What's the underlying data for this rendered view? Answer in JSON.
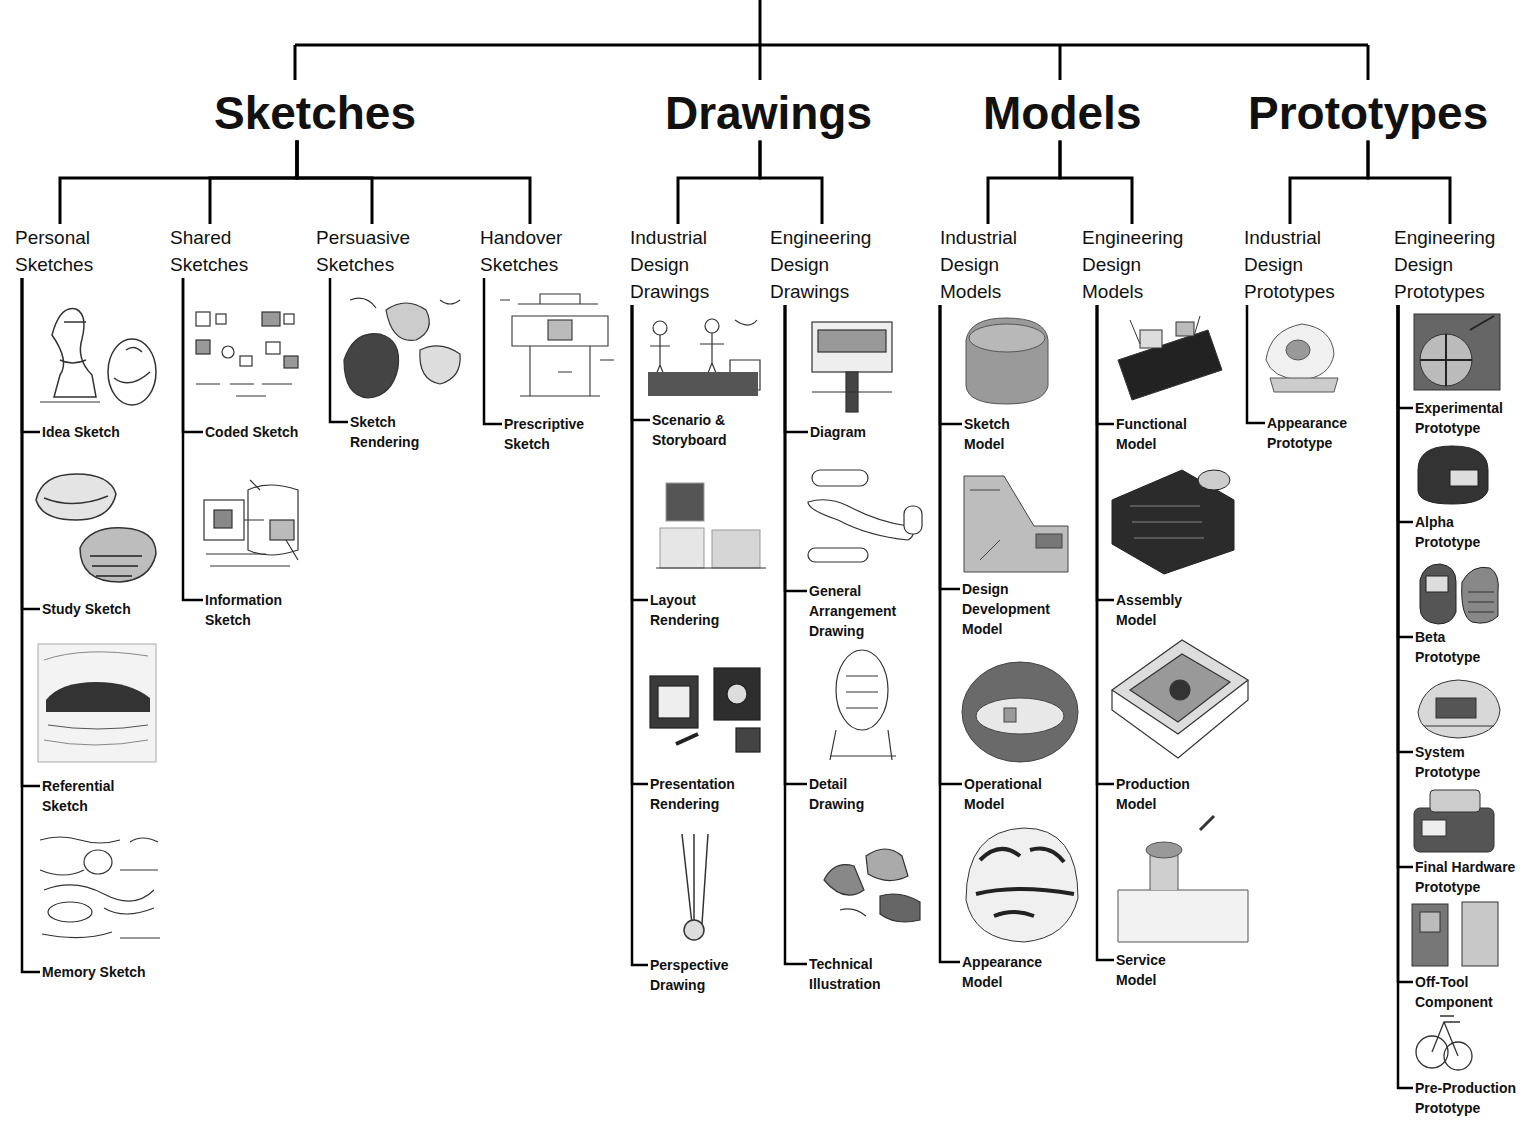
{
  "diagram": {
    "nodes": [
      {
        "text": [
          "Sketches"
        ]
      },
      {
        "text": [
          "Drawings"
        ]
      },
      {
        "text": [
          "Models"
        ]
      },
      {
        "text": [
          "Prototypes"
        ]
      },
      {
        "text": [
          "Personal Sketches"
        ]
      },
      {
        "text": [
          "Idea Sketch"
        ]
      },
      {
        "text": [
          "Study Sketch"
        ]
      },
      {
        "text": [
          "Referential Sketch"
        ]
      },
      {
        "text": [
          "Memory Sketch"
        ]
      },
      {
        "text": [
          "Shared Sketches"
        ]
      },
      {
        "text": [
          "Coded Sketch"
        ]
      },
      {
        "text": [
          "Information Sketch"
        ]
      },
      {
        "text": [
          "Persuasive Sketches"
        ]
      },
      {
        "text": [
          "Sketch Rendering"
        ]
      },
      {
        "text": [
          "Handover Sketches"
        ]
      },
      {
        "text": [
          "Prescriptive Sketch"
        ]
      },
      {
        "text": [
          "Industrial Design Drawings"
        ]
      },
      {
        "text": [
          "Scenario & Storyboard"
        ]
      },
      {
        "text": [
          "Layout Rendering"
        ]
      },
      {
        "text": [
          "Presentation Rendering"
        ]
      },
      {
        "text": [
          "Perspective Drawing"
        ]
      },
      {
        "text": [
          "Engineering Design Drawings"
        ]
      },
      {
        "text": [
          "Diagram"
        ]
      },
      {
        "text": [
          "General Arrangement Drawing"
        ]
      },
      {
        "text": [
          "Detail Drawing"
        ]
      },
      {
        "text": [
          "Technical Illustration"
        ]
      },
      {
        "text": [
          "Industrial Design Models"
        ]
      },
      {
        "text": [
          "Sketch Model"
        ]
      },
      {
        "text": [
          "Design Development Model"
        ]
      },
      {
        "text": [
          "Operational Model"
        ]
      },
      {
        "text": [
          "Appearance Model"
        ]
      },
      {
        "text": [
          "Engineering Design Models"
        ]
      },
      {
        "text": [
          "Functional Model"
        ]
      },
      {
        "text": [
          "Assembly Model"
        ]
      },
      {
        "text": [
          "Production Model"
        ]
      },
      {
        "text": [
          "Service Model"
        ]
      },
      {
        "text": [
          "Industrial Design Prototypes"
        ]
      },
      {
        "text": [
          "Appearance Prototype"
        ]
      },
      {
        "text": [
          "Engineering Design Prototypes"
        ]
      },
      {
        "text": [
          "Experimental Prototype"
        ]
      },
      {
        "text": [
          "Alpha Prototype"
        ]
      },
      {
        "text": [
          "Beta Prototype"
        ]
      },
      {
        "text": [
          "System Prototype"
        ]
      },
      {
        "text": [
          "Final Hardware Prototype"
        ]
      },
      {
        "text": [
          "Off-Tool Component"
        ]
      },
      {
        "text": [
          "Pre-Production Prototype"
        ]
      }
    ],
    "edges": [
      {
        "from": 0,
        "to": 4,
        "arrow": "none"
      },
      {
        "from": 0,
        "to": 9,
        "arrow": "none"
      },
      {
        "from": 0,
        "to": 12,
        "arrow": "none"
      },
      {
        "from": 0,
        "to": 14,
        "arrow": "none"
      },
      {
        "from": 1,
        "to": 16,
        "arrow": "none"
      },
      {
        "from": 1,
        "to": 21,
        "arrow": "none"
      },
      {
        "from": 2,
        "to": 26,
        "arrow": "none"
      },
      {
        "from": 2,
        "to": 31,
        "arrow": "none"
      },
      {
        "from": 3,
        "to": 36,
        "arrow": "none"
      },
      {
        "from": 3,
        "to": 38,
        "arrow": "none"
      },
      {
        "from": 4,
        "to": 5,
        "arrow": "none"
      },
      {
        "from": 4,
        "to": 6,
        "arrow": "none"
      },
      {
        "from": 4,
        "to": 7,
        "arrow": "none"
      },
      {
        "from": 4,
        "to": 8,
        "arrow": "none"
      },
      {
        "from": 9,
        "to": 10,
        "arrow": "none"
      },
      {
        "from": 9,
        "to": 11,
        "arrow": "none"
      },
      {
        "from": 12,
        "to": 13,
        "arrow": "none"
      },
      {
        "from": 14,
        "to": 15,
        "arrow": "none"
      },
      {
        "from": 16,
        "to": 17,
        "arrow": "none"
      },
      {
        "from": 16,
        "to": 18,
        "arrow": "none"
      },
      {
        "from": 16,
        "to": 19,
        "arrow": "none"
      },
      {
        "from": 16,
        "to": 20,
        "arrow": "none"
      },
      {
        "from": 21,
        "to": 22,
        "arrow": "none"
      },
      {
        "from": 21,
        "to": 23,
        "arrow": "none"
      },
      {
        "from": 21,
        "to": 24,
        "arrow": "none"
      },
      {
        "from": 21,
        "to": 25,
        "arrow": "none"
      },
      {
        "from": 26,
        "to": 27,
        "arrow": "none"
      },
      {
        "from": 26,
        "to": 28,
        "arrow": "none"
      },
      {
        "from": 26,
        "to": 29,
        "arrow": "none"
      },
      {
        "from": 26,
        "to": 30,
        "arrow": "none"
      },
      {
        "from": 31,
        "to": 32,
        "arrow": "none"
      },
      {
        "from": 31,
        "to": 33,
        "arrow": "none"
      },
      {
        "from": 31,
        "to": 34,
        "arrow": "none"
      },
      {
        "from": 31,
        "to": 35,
        "arrow": "none"
      },
      {
        "from": 36,
        "to": 37,
        "arrow": "none"
      },
      {
        "from": 38,
        "to": 39,
        "arrow": "none"
      },
      {
        "from": 38,
        "to": 40,
        "arrow": "none"
      },
      {
        "from": 38,
        "to": 41,
        "arrow": "none"
      },
      {
        "from": 38,
        "to": 42,
        "arrow": "none"
      },
      {
        "from": 38,
        "to": 43,
        "arrow": "none"
      },
      {
        "from": 38,
        "to": 44,
        "arrow": "none"
      },
      {
        "from": 38,
        "to": 45,
        "arrow": "none"
      }
    ]
  }
}
